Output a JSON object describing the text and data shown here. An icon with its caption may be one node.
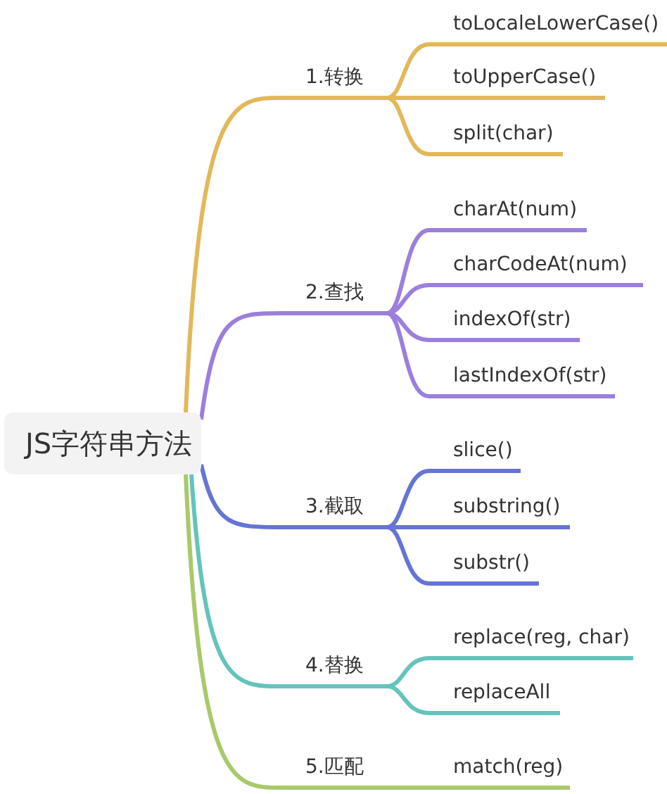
{
  "diagram": {
    "nodes": [
      {
        "text": [
          "JS字符串方法"
        ]
      },
      {
        "text": [
          "1.转换"
        ]
      },
      {
        "text": [
          "toLocaleLowerCase()"
        ]
      },
      {
        "text": [
          "toUpperCase()"
        ]
      },
      {
        "text": [
          "split(char)"
        ]
      },
      {
        "text": [
          "2.查找"
        ]
      },
      {
        "text": [
          "charAt(num)"
        ]
      },
      {
        "text": [
          "charCodeAt(num)"
        ]
      },
      {
        "text": [
          "indexOf(str)"
        ]
      },
      {
        "text": [
          "lastIndexOf(str)"
        ]
      },
      {
        "text": [
          "3.截取"
        ]
      },
      {
        "text": [
          "slice()"
        ]
      },
      {
        "text": [
          "substring()"
        ]
      },
      {
        "text": [
          "substr()"
        ]
      },
      {
        "text": [
          "4.替换"
        ]
      },
      {
        "text": [
          "replace(reg, char)"
        ]
      },
      {
        "text": [
          "replaceAll"
        ]
      },
      {
        "text": [
          "5.匹配"
        ]
      },
      {
        "text": [
          "match(reg)"
        ]
      }
    ],
    "edges": [
      {
        "from": 0,
        "to": 1,
        "arrow": "none",
        "color": "#e2b85a"
      },
      {
        "from": 1,
        "to": 2,
        "arrow": "none",
        "color": "#e2b85a"
      },
      {
        "from": 1,
        "to": 3,
        "arrow": "none",
        "color": "#e2b85a"
      },
      {
        "from": 1,
        "to": 4,
        "arrow": "none",
        "color": "#e2b85a"
      },
      {
        "from": 0,
        "to": 5,
        "arrow": "none",
        "color": "#9b7fdc"
      },
      {
        "from": 5,
        "to": 6,
        "arrow": "none",
        "color": "#9b7fdc"
      },
      {
        "from": 5,
        "to": 7,
        "arrow": "none",
        "color": "#9b7fdc"
      },
      {
        "from": 5,
        "to": 8,
        "arrow": "none",
        "color": "#9b7fdc"
      },
      {
        "from": 5,
        "to": 9,
        "arrow": "none",
        "color": "#9b7fdc"
      },
      {
        "from": 0,
        "to": 10,
        "arrow": "none",
        "color": "#6674d4"
      },
      {
        "from": 10,
        "to": 11,
        "arrow": "none",
        "color": "#6674d4"
      },
      {
        "from": 10,
        "to": 12,
        "arrow": "none",
        "color": "#6674d4"
      },
      {
        "from": 10,
        "to": 13,
        "arrow": "none",
        "color": "#6674d4"
      },
      {
        "from": 0,
        "to": 14,
        "arrow": "none",
        "color": "#64c4bc"
      },
      {
        "from": 14,
        "to": 15,
        "arrow": "none",
        "color": "#64c4bc"
      },
      {
        "from": 14,
        "to": 16,
        "arrow": "none",
        "color": "#64c4bc"
      },
      {
        "from": 0,
        "to": 17,
        "arrow": "none",
        "color": "#a9c96a"
      },
      {
        "from": 17,
        "to": 18,
        "arrow": "none",
        "color": "#a9c96a"
      }
    ]
  }
}
